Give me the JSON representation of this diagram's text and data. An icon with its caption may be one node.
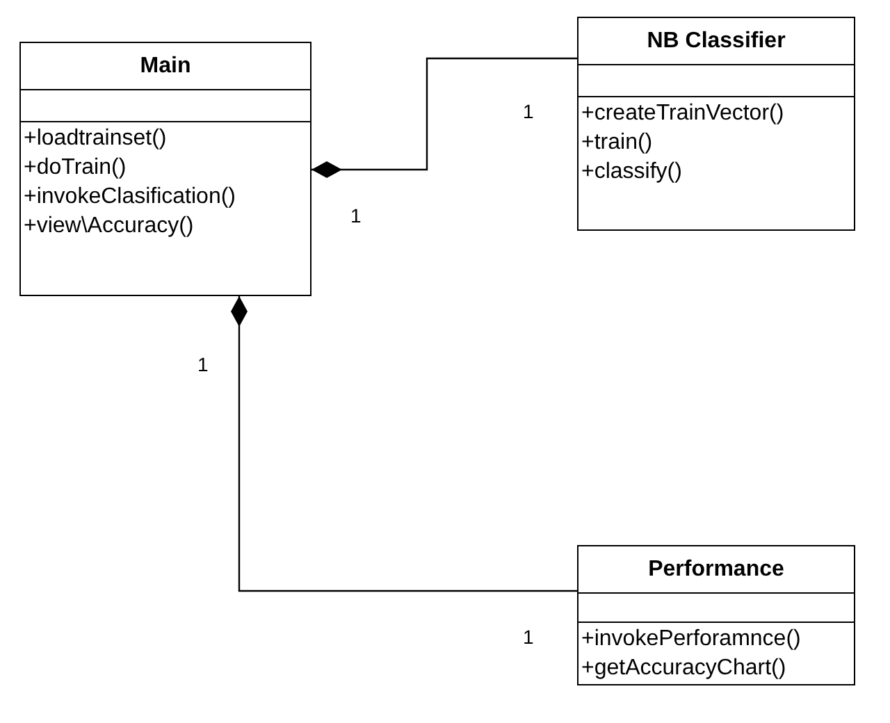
{
  "diagram": {
    "nodes": [
      {
        "text": [
          "Main",
          "+loadtrainset()",
          "+doTrain()",
          "+invokeClasification()",
          "+view\\Accuracy()"
        ]
      },
      {
        "text": [
          "NB Classifier",
          "+createTrainVector()",
          "+train()",
          "+classify()"
        ]
      },
      {
        "text": [
          "Performance",
          "+invokePerforamnce()",
          "+getAccuracyChart()"
        ]
      }
    ],
    "edges": [
      {
        "from": 0,
        "to": 1,
        "arrow": "other"
      },
      {
        "from": 0,
        "to": 2,
        "arrow": "other"
      }
    ],
    "labels": [
      "1",
      "1",
      "1",
      "1"
    ]
  }
}
